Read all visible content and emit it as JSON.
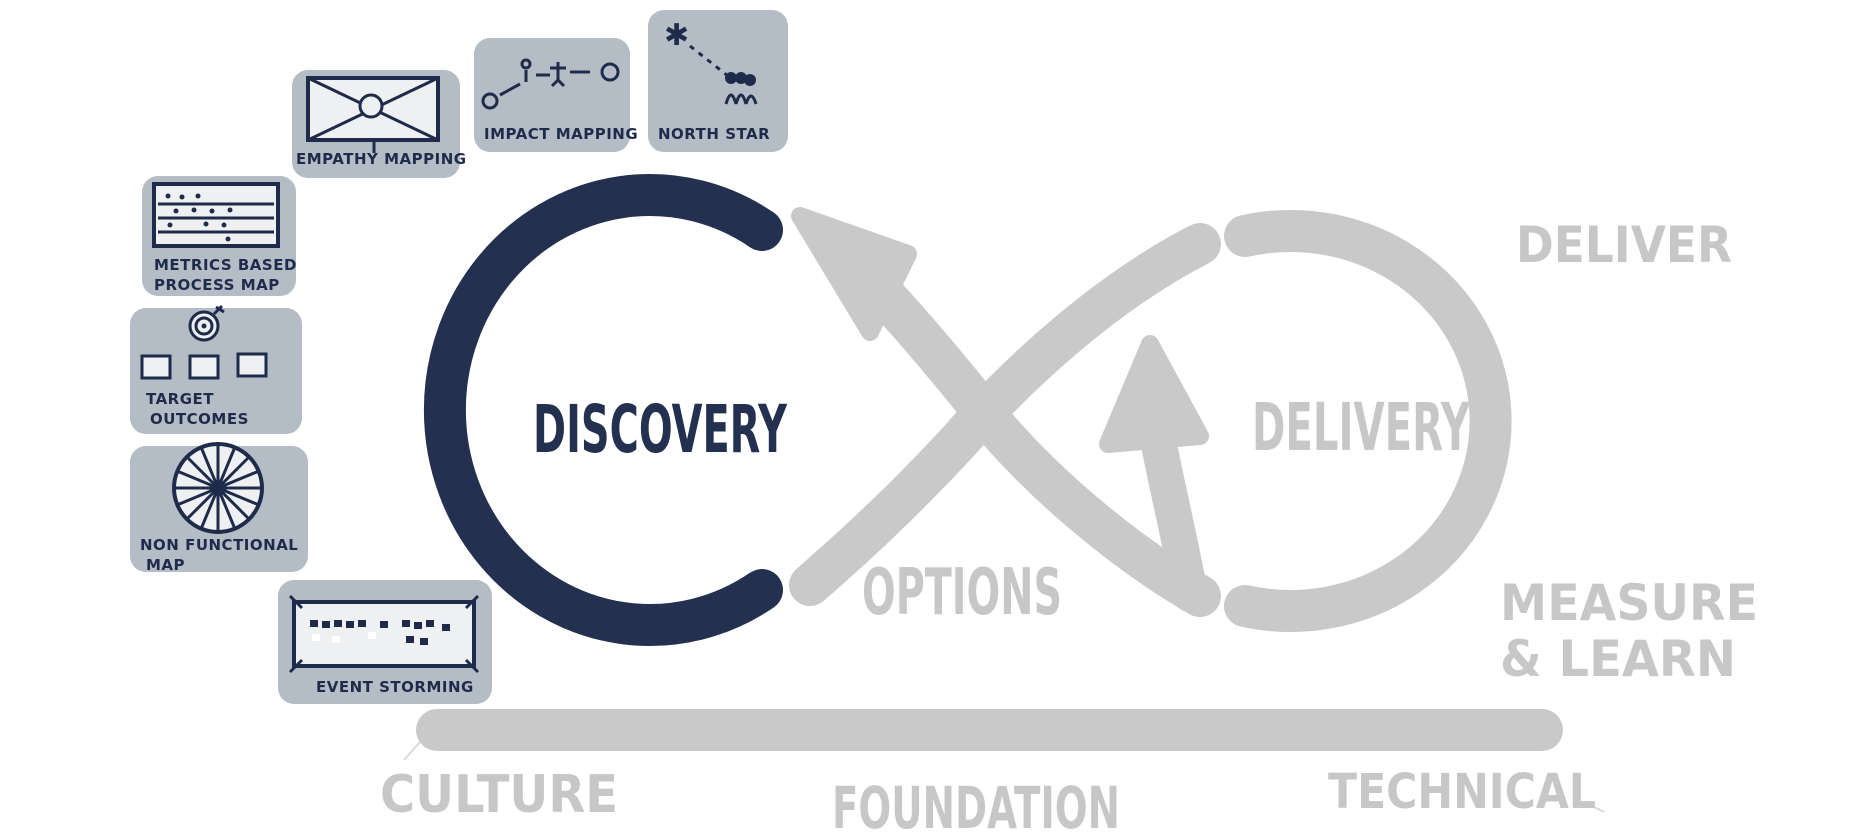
{
  "colors": {
    "navy": "#24304f",
    "gray": "#c9c9c9",
    "card_bg": "#b4bcc6",
    "ink": "#1f2b4a"
  },
  "practice_cards": [
    {
      "id": "empathy",
      "label": "EMPATHY MAPPING",
      "icon": "empathy-map-icon"
    },
    {
      "id": "impact",
      "label": "IMPACT MAPPING",
      "icon": "impact-map-icon"
    },
    {
      "id": "northstar",
      "label": "NORTH STAR",
      "icon": "north-star-icon"
    },
    {
      "id": "metrics",
      "label": "METRICS BASED PROCESS MAP",
      "lines": [
        "METRICS BASED",
        "PROCESS MAP"
      ],
      "icon": "process-map-icon"
    },
    {
      "id": "target",
      "label": "TARGET OUTCOMES",
      "lines": [
        "TARGET",
        "OUTCOMES"
      ],
      "icon": "target-icon"
    },
    {
      "id": "nfm",
      "label": "NON FUNCTIONAL MAP",
      "lines": [
        "NON FUNCTIONAL",
        "MAP"
      ],
      "icon": "wheel-icon"
    },
    {
      "id": "event",
      "label": "EVENT STORMING",
      "icon": "event-storming-icon"
    }
  ],
  "loop": {
    "discovery": "DISCOVERY",
    "options": "OPTIONS",
    "delivery": "DELIVERY",
    "deliver": "DELIVER",
    "measure_learn_lines": [
      "MEASURE",
      "& LEARN"
    ]
  },
  "foundation": {
    "culture": "CULTURE",
    "foundation": "FOUNDATION",
    "technical": "TECHNICAL"
  }
}
